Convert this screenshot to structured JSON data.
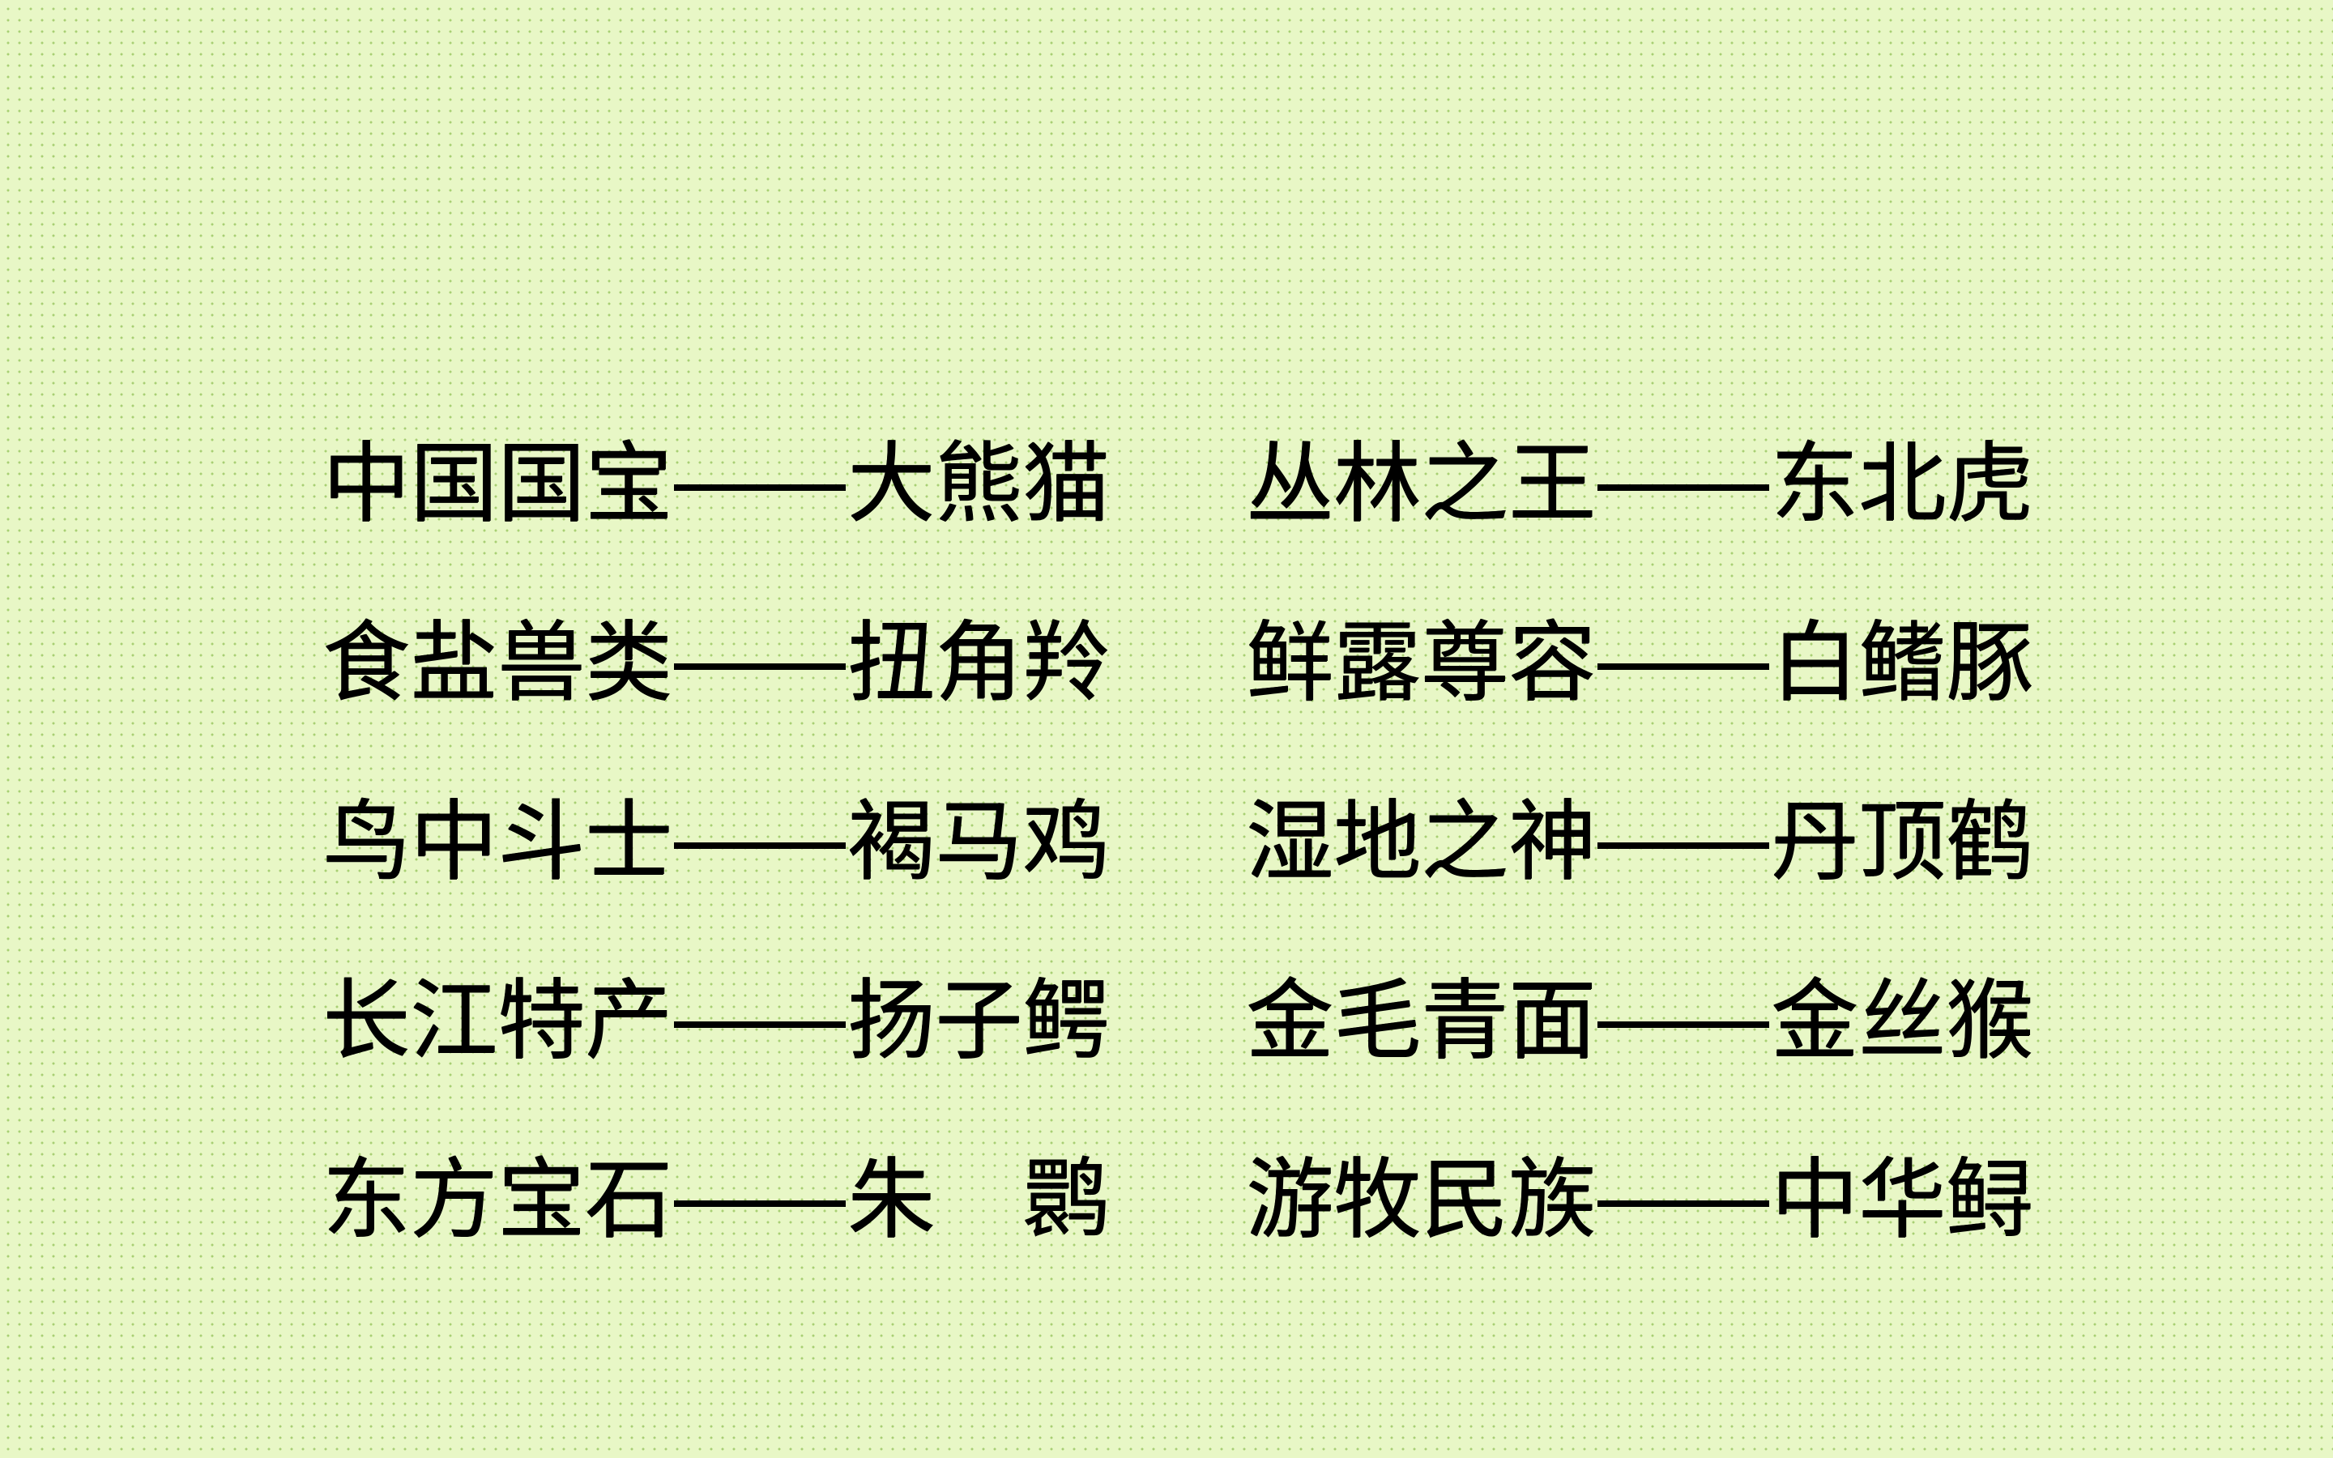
{
  "slide": {
    "left_column": [
      {
        "title": "中国国宝",
        "animal": "大熊猫"
      },
      {
        "title": "食盐兽类",
        "animal": "扭角羚"
      },
      {
        "title": "鸟中斗士",
        "animal": "褐马鸡"
      },
      {
        "title": "长江特产",
        "animal": "扬子鳄"
      },
      {
        "title": "东方宝石",
        "animal": "朱　鹮"
      }
    ],
    "right_column": [
      {
        "title": "丛林之王",
        "animal": "东北虎"
      },
      {
        "title": "鲜露尊容",
        "animal": "白鳍豚"
      },
      {
        "title": "湿地之神",
        "animal": "丹顶鹤"
      },
      {
        "title": "金毛青面",
        "animal": "金丝猴"
      },
      {
        "title": "游牧民族",
        "animal": "中华鲟"
      }
    ],
    "colors": {
      "background": "#e8f7c6",
      "dots": "#a8cf73",
      "text": "#000000"
    }
  }
}
